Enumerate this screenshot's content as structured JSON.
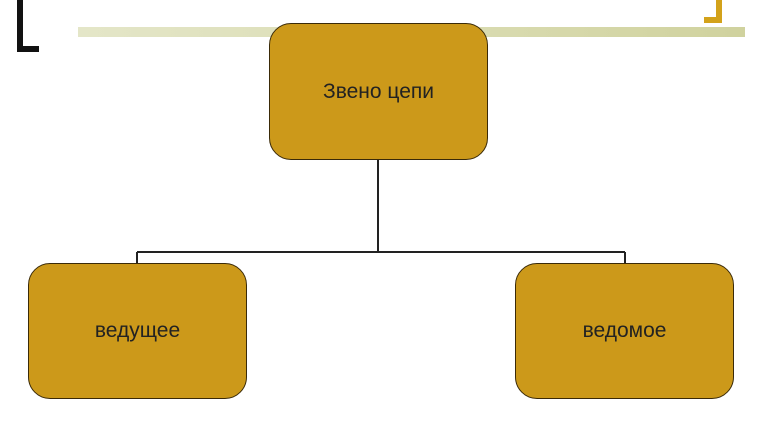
{
  "diagram": {
    "root": {
      "label": "Звено цепи"
    },
    "children": [
      {
        "label": "ведущее"
      },
      {
        "label": "ведомое"
      }
    ]
  },
  "colors": {
    "node_fill": "#cc991a",
    "node_border": "#3a2a08",
    "connector": "#222222",
    "accent": "#d3a21a"
  }
}
